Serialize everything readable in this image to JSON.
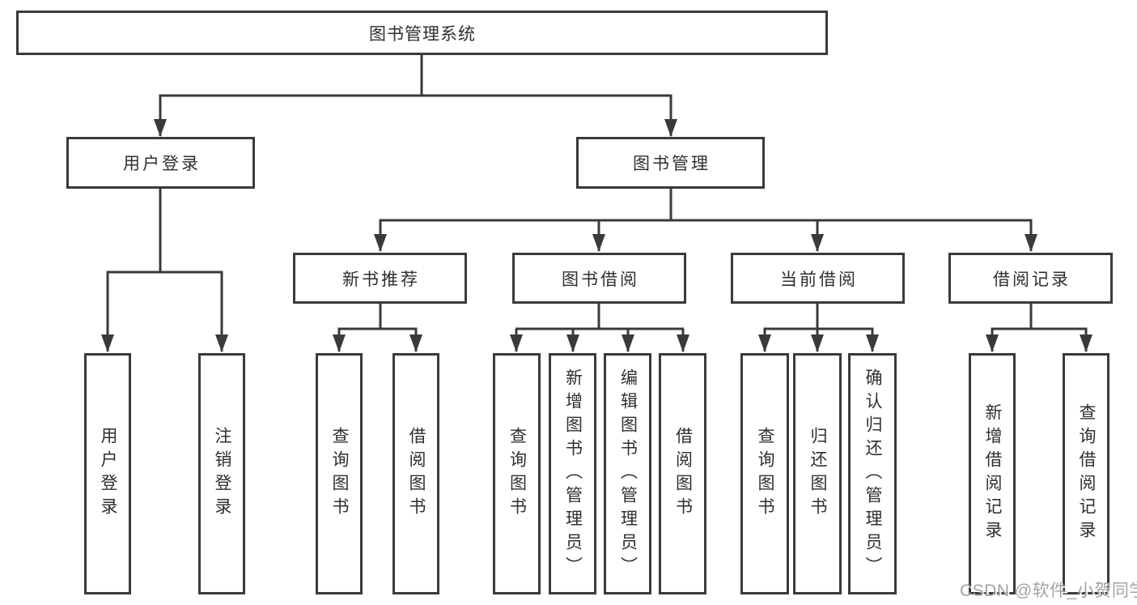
{
  "tree": {
    "label": "图书管理系统",
    "children": [
      {
        "label": "用户登录",
        "children": [
          {
            "label": "用户登录"
          },
          {
            "label": "注销登录"
          }
        ]
      },
      {
        "label": "图书管理",
        "children": [
          {
            "label": "新书推荐",
            "children": [
              {
                "label": "查询图书"
              },
              {
                "label": "借阅图书"
              }
            ]
          },
          {
            "label": "图书借阅",
            "children": [
              {
                "label": "查询图书"
              },
              {
                "label": "新增图书（管理员）"
              },
              {
                "label": "编辑图书（管理员）"
              },
              {
                "label": "借阅图书"
              }
            ]
          },
          {
            "label": "当前借阅",
            "children": [
              {
                "label": "查询图书"
              },
              {
                "label": "归还图书"
              },
              {
                "label": "确认归还（管理员）"
              }
            ]
          },
          {
            "label": "借阅记录",
            "children": [
              {
                "label": "新增借阅记录"
              },
              {
                "label": "查询借阅记录"
              }
            ]
          }
        ]
      }
    ]
  },
  "watermark": {
    "text": "CSDN @软件_小贺同学"
  },
  "colors": {
    "line": "#3a3a3a",
    "text": "#2f2f2f",
    "background": "#ffffff",
    "watermark": "#a3a3a3"
  }
}
